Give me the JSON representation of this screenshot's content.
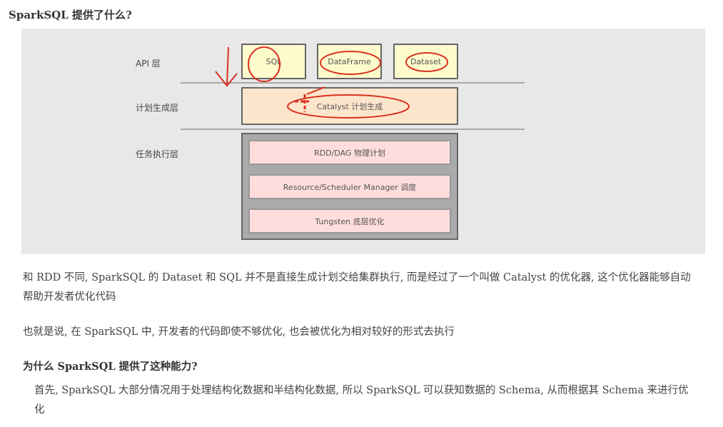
{
  "title": "SparkSQL 提供了什么?",
  "diagram": {
    "layers": {
      "api": "API 层",
      "plan": "计划生成层",
      "exec": "任务执行层"
    },
    "api_boxes": [
      "SQL",
      "DataFrame",
      "Dataset"
    ],
    "plan_box": "Catalyst 计划生成",
    "exec_boxes": [
      "RDD/DAG 物理计划",
      "Resource/Scheduler Manager 调度",
      "Tungsten 底层优化"
    ]
  },
  "paragraphs": [
    "和 RDD 不同, SparkSQL 的 Dataset 和 SQL 并不是直接生成计划交给集群执行, 而是经过了一个叫做 Catalyst 的优化器, 这个优化器能够自动帮助开发者优化代码",
    "也就是说, 在 SparkSQL 中, 开发者的代码即使不够优化, 也会被优化为相对较好的形式去执行"
  ],
  "subheading": "为什么 SparkSQL 提供了这种能力?",
  "answer": "首先, SparkSQL 大部分情况用于处理结构化数据和半结构化数据, 所以 SparkSQL 可以获知数据的 Schema, 从而根据其 Schema 来进行优化",
  "colors": {
    "annotation": "#d9321f",
    "api_fill": "#fdfbcc",
    "plan_fill": "#fde5cc",
    "exec_fill": "#ffdddd"
  }
}
